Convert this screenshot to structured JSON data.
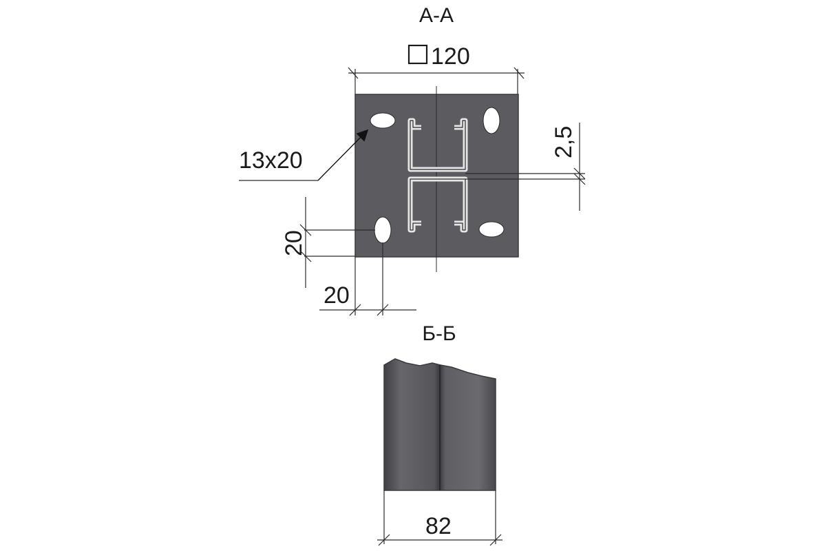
{
  "section_aa": {
    "title": "А-А",
    "width_dim": "120",
    "square_symbol": "square-symbol",
    "slot_dim": "13x20",
    "thickness_dim": "2,5",
    "slot_offset_vertical_dim": "20",
    "slot_offset_horizontal_dim": "20"
  },
  "section_bb": {
    "title": "Б-Б",
    "width_dim": "82"
  },
  "colors": {
    "plate": "#5c5c60",
    "plate_edge": "#3a3a3e",
    "profile_line": "#e6e6e6",
    "slot": "#ffffff",
    "lines": "#2a2a2a"
  }
}
